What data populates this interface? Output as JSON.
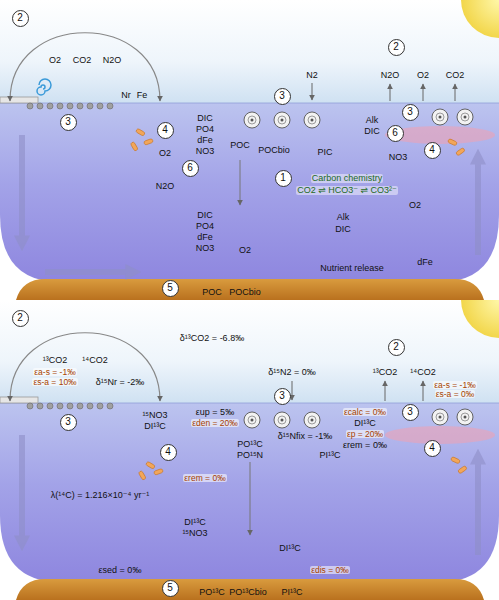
{
  "diagram": {
    "nodes": [
      {
        "text": [
          "2"
        ]
      },
      {
        "text": [
          "2"
        ]
      },
      {
        "text": [
          "3"
        ]
      },
      {
        "text": [
          "3"
        ]
      },
      {
        "text": [
          "3"
        ]
      },
      {
        "text": [
          "4"
        ]
      },
      {
        "text": [
          "6"
        ]
      },
      {
        "text": [
          "4"
        ]
      },
      {
        "text": [
          "6"
        ]
      },
      {
        "text": [
          "1"
        ]
      },
      {
        "text": [
          "5"
        ]
      },
      {
        "text": [
          "2"
        ]
      },
      {
        "text": [
          "2"
        ]
      },
      {
        "text": [
          "3"
        ]
      },
      {
        "text": [
          "3"
        ]
      },
      {
        "text": [
          "3"
        ]
      },
      {
        "text": [
          "4"
        ]
      },
      {
        "text": [
          "4"
        ]
      },
      {
        "text": [
          "5"
        ]
      }
    ],
    "labels": [
      "O2",
      "CO2",
      "N2O",
      "N2O",
      "O2",
      "CO2",
      "Nr",
      "Fe",
      "N2",
      "DIC",
      "PO4",
      "dFe",
      "NO3",
      "Alk",
      "DIC",
      "O2",
      "N2O",
      "POC",
      "POCbio",
      "PIC",
      "NO3",
      "Carbon chemistry",
      "CO2 ⇌ HCO3⁻ ⇌ CO3²⁻",
      "O2",
      "DIC",
      "PO4",
      "dFe",
      "NO3",
      "Alk",
      "DIC",
      "O2",
      "Nutrient release",
      "dFe",
      "POC",
      "POCbio",
      "¹³CO2",
      "¹⁴CO2",
      "δ¹³CO2 = -6.8‰",
      "εa-s = -1‰",
      "εs-a = 10‰",
      "δ¹⁵Nr = -2‰",
      "δ¹⁵N2 = 0‰",
      "¹³CO2",
      "¹⁴CO2",
      "εa-s = -1‰",
      "εs-a = 0‰",
      "¹⁵NO3",
      "DI¹³C",
      "εup = 5‰",
      "εden = 20‰",
      "δ¹⁵Nfix = -1‰",
      "PO¹³C",
      "PO¹⁵N",
      "PI¹³C",
      "εcalc = 0‰",
      "DI¹³C",
      "εp = 20‰",
      "εrem = 0‰",
      "εrem = 0‰",
      "λ(¹⁴C) = 1.216×10⁻⁴ yr⁻¹",
      "DI¹³C",
      "¹⁵NO3",
      "DI¹³C",
      "εsed = 0‰",
      "εdis = 0‰",
      "PO¹³C",
      "PO¹³Cbio",
      "PI¹³C"
    ]
  }
}
